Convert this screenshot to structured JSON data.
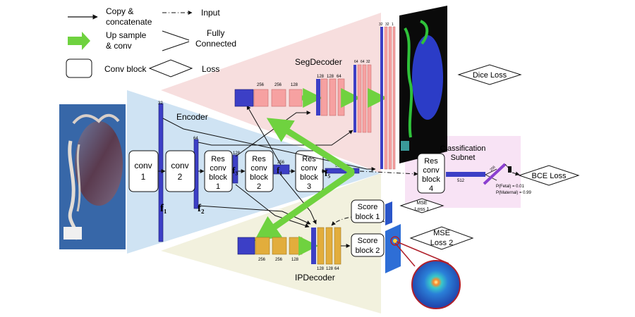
{
  "legend": {
    "copy_concat": [
      "Copy &",
      "concatenate"
    ],
    "input": "Input",
    "up_sample": [
      "Up sample",
      "& conv"
    ],
    "fully_connected": [
      "Fully",
      "Connected"
    ],
    "conv_block": "Conv block",
    "loss": "Loss"
  },
  "encoder": {
    "title": "Encoder",
    "conv1": [
      "conv",
      "1"
    ],
    "conv2": [
      "conv",
      "2"
    ],
    "res1": [
      "Res",
      "conv",
      "block",
      "1"
    ],
    "res2": [
      "Res",
      "conv",
      "block",
      "2"
    ],
    "res3": [
      "Res",
      "conv",
      "block",
      "3"
    ],
    "f1": "f₁",
    "f2": "f₂",
    "f3": "f₃",
    "f4": "f₁",
    "f5": "f₅",
    "dim_f1": "32",
    "dim_f2": "64",
    "dim_f3": "128",
    "dim_f4": "256",
    "dim_f5": "512"
  },
  "seg_decoder": {
    "title": "SegDecoder",
    "dims_a": [
      "256",
      "256",
      "128"
    ],
    "dims_b": [
      "128",
      "128",
      "64"
    ],
    "dims_c": [
      "64",
      "64",
      "32"
    ],
    "dims_d": [
      "32",
      "32",
      "1"
    ],
    "loss": "Dice Loss"
  },
  "classification": {
    "title": [
      "Classification",
      "Subnet"
    ],
    "block": [
      "Res",
      "conv",
      "block",
      "4"
    ],
    "fc1": "512",
    "fc2": "256",
    "p_fetal": "P(Fetal) = 0.01",
    "p_maternal": "P(Maternal) = 0.99",
    "loss": "BCE Loss"
  },
  "ip_decoder": {
    "title": "IPDecoder",
    "dims_a": [
      "256",
      "256",
      "128"
    ],
    "dims_b": [
      "128",
      "128",
      "64"
    ],
    "score1": [
      "Score",
      "block 1"
    ],
    "score2": [
      "Score",
      "block 2"
    ],
    "mse1": [
      "MSE",
      "Loss 1"
    ],
    "mse2": [
      "MSE",
      "Loss 2"
    ]
  },
  "colors": {
    "encoder_bg": "#cfe3f3",
    "seg_bg": "#f7dede",
    "ip_bg": "#f2f1de",
    "cls_bg": "#f8e3f5",
    "blue_feature": "#3c3fc6",
    "seg_block": "#f6a1a1",
    "ip_block": "#e2ad3c",
    "green_arrow": "#6fd23f"
  }
}
